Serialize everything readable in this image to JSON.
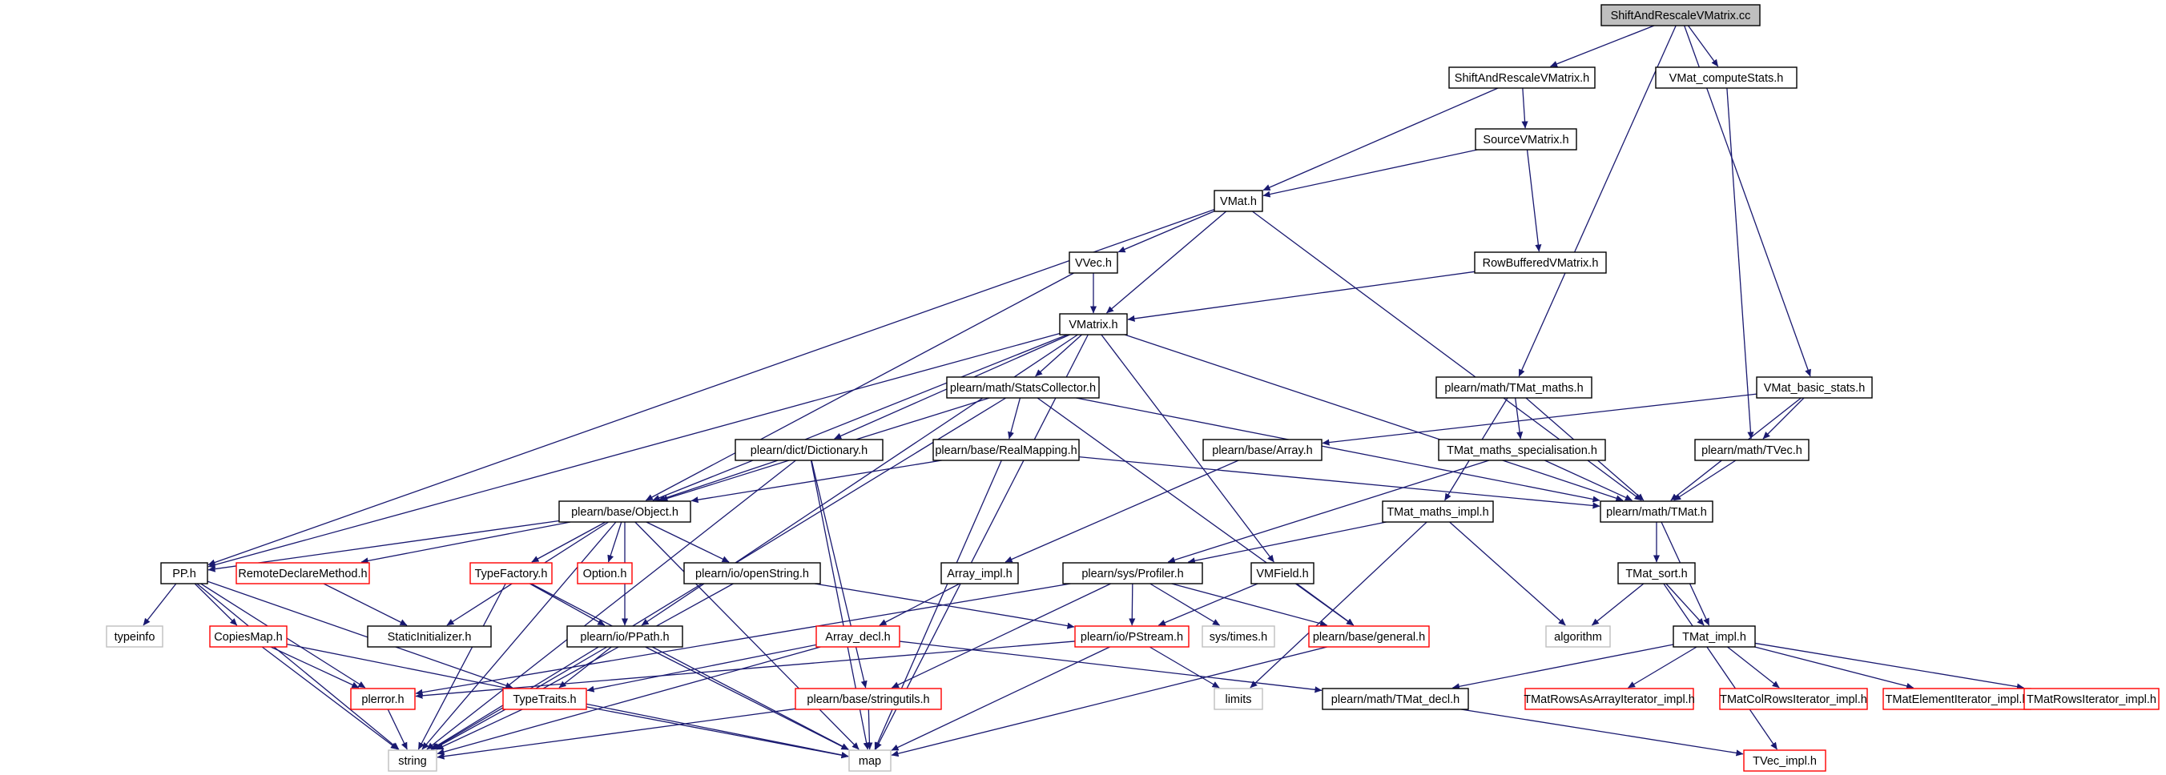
{
  "colors": {
    "edge": "#191970",
    "node_border_normal": "#000000",
    "node_border_truncated": "#ff0000",
    "node_border_external": "#bfbfbf",
    "root_fill": "#bfbfbf",
    "node_fill": "#ffffff"
  },
  "nodes": [
    {
      "id": "root",
      "label": "ShiftAndRescaleVMatrix.cc",
      "kind": "root"
    },
    {
      "id": "sarvm_h",
      "label": "ShiftAndRescaleVMatrix.h",
      "kind": "normal"
    },
    {
      "id": "vmat_compstats",
      "label": "VMat_computeStats.h",
      "kind": "normal"
    },
    {
      "id": "sourcevm",
      "label": "SourceVMatrix.h",
      "kind": "normal"
    },
    {
      "id": "vmat_h",
      "label": "VMat.h",
      "kind": "normal"
    },
    {
      "id": "vvec_h",
      "label": "VVec.h",
      "kind": "normal"
    },
    {
      "id": "rowbuf",
      "label": "RowBufferedVMatrix.h",
      "kind": "normal"
    },
    {
      "id": "vmatrix_h",
      "label": "VMatrix.h",
      "kind": "normal"
    },
    {
      "id": "tmat_maths",
      "label": "plearn/math/TMat_maths.h",
      "kind": "normal"
    },
    {
      "id": "vmat_basic",
      "label": "VMat_basic_stats.h",
      "kind": "normal"
    },
    {
      "id": "statscoll",
      "label": "plearn/math/StatsCollector.h",
      "kind": "normal"
    },
    {
      "id": "dictionary",
      "label": "plearn/dict/Dictionary.h",
      "kind": "normal"
    },
    {
      "id": "realmapping",
      "label": "plearn/base/RealMapping.h",
      "kind": "normal"
    },
    {
      "id": "base_array",
      "label": "plearn/base/Array.h",
      "kind": "normal"
    },
    {
      "id": "tmat_spec",
      "label": "TMat_maths_specialisation.h",
      "kind": "normal"
    },
    {
      "id": "tvec_h",
      "label": "plearn/math/TVec.h",
      "kind": "normal"
    },
    {
      "id": "object_h",
      "label": "plearn/base/Object.h",
      "kind": "normal"
    },
    {
      "id": "tmat_maths_impl",
      "label": "TMat_maths_impl.h",
      "kind": "normal"
    },
    {
      "id": "tmat_h",
      "label": "plearn/math/TMat.h",
      "kind": "normal"
    },
    {
      "id": "pp_h",
      "label": "PP.h",
      "kind": "normal"
    },
    {
      "id": "remotedecl",
      "label": "RemoteDeclareMethod.h",
      "kind": "truncated"
    },
    {
      "id": "typefactory",
      "label": "TypeFactory.h",
      "kind": "truncated"
    },
    {
      "id": "option_h",
      "label": "Option.h",
      "kind": "truncated"
    },
    {
      "id": "openstring",
      "label": "plearn/io/openString.h",
      "kind": "normal"
    },
    {
      "id": "array_impl",
      "label": "Array_impl.h",
      "kind": "normal"
    },
    {
      "id": "profiler",
      "label": "plearn/sys/Profiler.h",
      "kind": "normal"
    },
    {
      "id": "vmfield",
      "label": "VMField.h",
      "kind": "normal"
    },
    {
      "id": "tmat_sort",
      "label": "TMat_sort.h",
      "kind": "normal"
    },
    {
      "id": "typeinfo",
      "label": "typeinfo",
      "kind": "external"
    },
    {
      "id": "copiesmap",
      "label": "CopiesMap.h",
      "kind": "truncated"
    },
    {
      "id": "staticinit",
      "label": "StaticInitializer.h",
      "kind": "normal"
    },
    {
      "id": "ppath",
      "label": "plearn/io/PPath.h",
      "kind": "normal"
    },
    {
      "id": "array_decl",
      "label": "Array_decl.h",
      "kind": "truncated"
    },
    {
      "id": "pstream",
      "label": "plearn/io/PStream.h",
      "kind": "truncated"
    },
    {
      "id": "systimes",
      "label": "sys/times.h",
      "kind": "external"
    },
    {
      "id": "general",
      "label": "plearn/base/general.h",
      "kind": "truncated"
    },
    {
      "id": "algorithm",
      "label": "algorithm",
      "kind": "external"
    },
    {
      "id": "tmat_impl",
      "label": "TMat_impl.h",
      "kind": "normal"
    },
    {
      "id": "plerror",
      "label": "plerror.h",
      "kind": "truncated"
    },
    {
      "id": "typetraits",
      "label": "TypeTraits.h",
      "kind": "truncated"
    },
    {
      "id": "stringutils",
      "label": "plearn/base/stringutils.h",
      "kind": "truncated"
    },
    {
      "id": "limits",
      "label": "limits",
      "kind": "external"
    },
    {
      "id": "tmat_decl",
      "label": "plearn/math/TMat_decl.h",
      "kind": "normal"
    },
    {
      "id": "rowsasarray",
      "label": "TMatRowsAsArrayIterator_impl.h",
      "kind": "truncated"
    },
    {
      "id": "colrows",
      "label": "TMatColRowsIterator_impl.h",
      "kind": "truncated"
    },
    {
      "id": "elemiter",
      "label": "TMatElementIterator_impl.h",
      "kind": "truncated"
    },
    {
      "id": "rowsiter",
      "label": "TMatRowsIterator_impl.h",
      "kind": "truncated"
    },
    {
      "id": "string",
      "label": "string",
      "kind": "external"
    },
    {
      "id": "map",
      "label": "map",
      "kind": "external"
    },
    {
      "id": "tvec_impl",
      "label": "TVec_impl.h",
      "kind": "truncated"
    }
  ],
  "edges": [
    [
      "root",
      "sarvm_h"
    ],
    [
      "root",
      "vmat_compstats"
    ],
    [
      "root",
      "tmat_maths"
    ],
    [
      "root",
      "vmat_basic"
    ],
    [
      "sarvm_h",
      "sourcevm"
    ],
    [
      "sarvm_h",
      "vmat_h"
    ],
    [
      "sourcevm",
      "vmat_h"
    ],
    [
      "sourcevm",
      "rowbuf"
    ],
    [
      "vmat_compstats",
      "tvec_h"
    ],
    [
      "vmat_h",
      "vvec_h"
    ],
    [
      "vmat_h",
      "vmatrix_h"
    ],
    [
      "vmat_h",
      "pp_h"
    ],
    [
      "vmat_h",
      "tmat_h"
    ],
    [
      "rowbuf",
      "vmatrix_h"
    ],
    [
      "vvec_h",
      "vmatrix_h"
    ],
    [
      "vvec_h",
      "object_h"
    ],
    [
      "vmatrix_h",
      "statscoll"
    ],
    [
      "vmatrix_h",
      "dictionary"
    ],
    [
      "vmatrix_h",
      "object_h"
    ],
    [
      "vmatrix_h",
      "pp_h"
    ],
    [
      "vmatrix_h",
      "ppath"
    ],
    [
      "vmatrix_h",
      "vmfield"
    ],
    [
      "vmatrix_h",
      "tmat_h"
    ],
    [
      "vmatrix_h",
      "map"
    ],
    [
      "tmat_maths",
      "tmat_spec"
    ],
    [
      "tmat_maths",
      "tmat_h"
    ],
    [
      "tmat_maths",
      "tmat_maths_impl"
    ],
    [
      "vmat_basic",
      "tvec_h"
    ],
    [
      "vmat_basic",
      "base_array"
    ],
    [
      "vmat_basic",
      "tmat_h"
    ],
    [
      "statscoll",
      "realmapping"
    ],
    [
      "statscoll",
      "object_h"
    ],
    [
      "statscoll",
      "tmat_h"
    ],
    [
      "statscoll",
      "general"
    ],
    [
      "statscoll",
      "string"
    ],
    [
      "dictionary",
      "object_h"
    ],
    [
      "dictionary",
      "stringutils"
    ],
    [
      "dictionary",
      "map"
    ],
    [
      "dictionary",
      "string"
    ],
    [
      "realmapping",
      "object_h"
    ],
    [
      "realmapping",
      "tmat_h"
    ],
    [
      "realmapping",
      "map"
    ],
    [
      "base_array",
      "array_impl"
    ],
    [
      "tmat_spec",
      "tmat_h"
    ],
    [
      "tmat_spec",
      "profiler"
    ],
    [
      "tvec_h",
      "tmat_h"
    ],
    [
      "object_h",
      "pp_h"
    ],
    [
      "object_h",
      "remotedecl"
    ],
    [
      "object_h",
      "typefactory"
    ],
    [
      "object_h",
      "option_h"
    ],
    [
      "object_h",
      "openstring"
    ],
    [
      "object_h",
      "staticinit"
    ],
    [
      "object_h",
      "ppath"
    ],
    [
      "object_h",
      "map"
    ],
    [
      "object_h",
      "string"
    ],
    [
      "tmat_maths_impl",
      "profiler"
    ],
    [
      "tmat_maths_impl",
      "algorithm"
    ],
    [
      "tmat_maths_impl",
      "limits"
    ],
    [
      "tmat_h",
      "tmat_sort"
    ],
    [
      "tmat_h",
      "tmat_impl"
    ],
    [
      "pp_h",
      "typeinfo"
    ],
    [
      "pp_h",
      "copiesmap"
    ],
    [
      "pp_h",
      "plerror"
    ],
    [
      "pp_h",
      "typetraits"
    ],
    [
      "pp_h",
      "string"
    ],
    [
      "remotedecl",
      "staticinit"
    ],
    [
      "typefactory",
      "ppath"
    ],
    [
      "typefactory",
      "string"
    ],
    [
      "typefactory",
      "map"
    ],
    [
      "openstring",
      "pstream"
    ],
    [
      "openstring",
      "string"
    ],
    [
      "array_impl",
      "array_decl"
    ],
    [
      "profiler",
      "pstream"
    ],
    [
      "profiler",
      "systimes"
    ],
    [
      "profiler",
      "general"
    ],
    [
      "profiler",
      "stringutils"
    ],
    [
      "profiler",
      "plerror"
    ],
    [
      "vmfield",
      "pstream"
    ],
    [
      "vmfield",
      "general"
    ],
    [
      "tmat_sort",
      "algorithm"
    ],
    [
      "tmat_sort",
      "tmat_impl"
    ],
    [
      "tmat_sort",
      "tvec_impl"
    ],
    [
      "copiesmap",
      "plerror"
    ],
    [
      "copiesmap",
      "string"
    ],
    [
      "copiesmap",
      "map"
    ],
    [
      "ppath",
      "typetraits"
    ],
    [
      "ppath",
      "string"
    ],
    [
      "ppath",
      "map"
    ],
    [
      "array_decl",
      "typetraits"
    ],
    [
      "array_decl",
      "tmat_decl"
    ],
    [
      "array_decl",
      "string"
    ],
    [
      "pstream",
      "plerror"
    ],
    [
      "pstream",
      "limits"
    ],
    [
      "pstream",
      "map"
    ],
    [
      "general",
      "map"
    ],
    [
      "tmat_impl",
      "tmat_decl"
    ],
    [
      "tmat_impl",
      "rowsasarray"
    ],
    [
      "tmat_impl",
      "colrows"
    ],
    [
      "tmat_impl",
      "elemiter"
    ],
    [
      "tmat_impl",
      "rowsiter"
    ],
    [
      "plerror",
      "string"
    ],
    [
      "typetraits",
      "string"
    ],
    [
      "typetraits",
      "map"
    ],
    [
      "stringutils",
      "string"
    ],
    [
      "stringutils",
      "map"
    ],
    [
      "tmat_decl",
      "tvec_impl"
    ]
  ]
}
